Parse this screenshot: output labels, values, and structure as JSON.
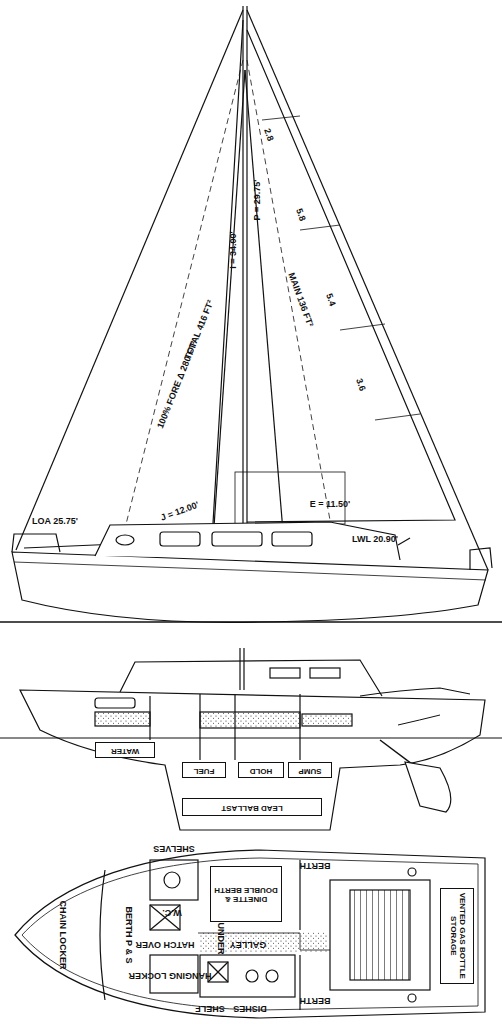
{
  "diagram": {
    "nodes": [
      {
        "text": [
          "WATER"
        ]
      },
      {
        "text": [
          "FUEL"
        ]
      },
      {
        "text": [
          "HOLD"
        ]
      },
      {
        "text": [
          "SUMP"
        ]
      },
      {
        "text": [
          "LEAD BALLAST"
        ]
      },
      {
        "text": [
          "DINETTE & DOUBLE BERTH"
        ]
      },
      {
        "text": [
          "VENTED GAS BOTTLE STORAGE"
        ]
      }
    ],
    "labels": [
      "MAIN 136 FT²",
      "TOTAL 416 FT²",
      "100% FORE Δ 280 FT²",
      "I = 34.00'",
      "P = 29.75'",
      "E = 11.50'",
      "J = 12.00'",
      "LWL 20.90'",
      "LOA 25.75'",
      "2.8",
      "5.8",
      "5.4",
      "3.6",
      "CHAIN LOCKER",
      "SHELVES",
      "W.C.",
      "BERTH P & S",
      "HATCH OVER",
      "STORAGE UNDER",
      "HANGING LOCKER",
      "SHELF",
      "GALLEY",
      "DISHES",
      "BERTH",
      "BERTH"
    ]
  }
}
